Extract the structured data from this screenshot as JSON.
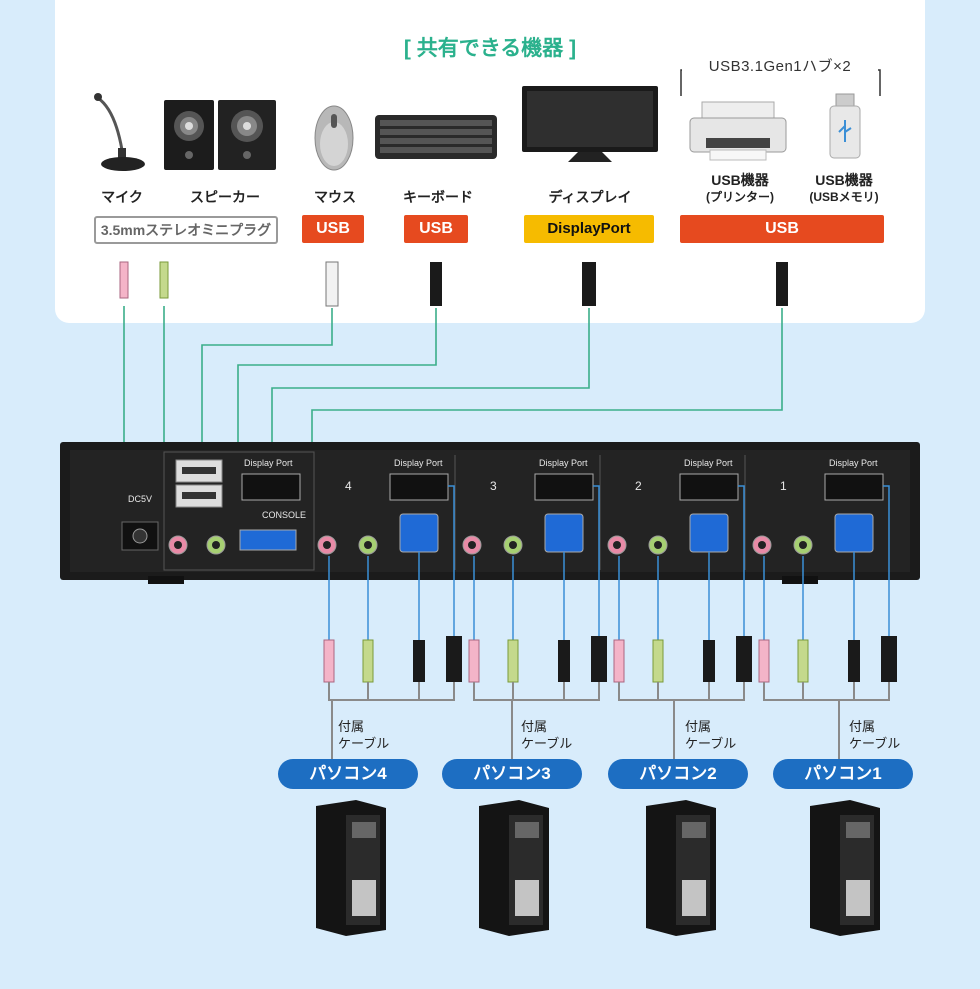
{
  "title": "[ 共有できる機器 ]",
  "hub_note": "USB3.1Gen1ハブ×2",
  "devices": {
    "mic": "マイク",
    "speaker": "スピーカー",
    "mouse": "マウス",
    "keyboard": "キーボード",
    "display": "ディスプレイ",
    "usb_printer": "USB機器",
    "usb_printer_sub": "(プリンター)",
    "usb_memory": "USB機器",
    "usb_memory_sub": "(USBメモリ)"
  },
  "badges": {
    "audio": "3.5mmステレオミニプラグ",
    "mouse": "USB",
    "keyboard": "USB",
    "display": "DisplayPort",
    "usb": "USB"
  },
  "kvm": {
    "dc_label": "DC5V",
    "console_label": "CONSOLE",
    "display_port_label": "Display Port",
    "port_numbers": [
      "4",
      "3",
      "2",
      "1"
    ]
  },
  "cable_label_line1": "付属",
  "cable_label_line2": "ケーブル",
  "pcs": [
    "パソコン4",
    "パソコン3",
    "パソコン2",
    "パソコン1"
  ],
  "colors": {
    "accent_green": "#2bb18d",
    "badge_red": "#e64a1f",
    "badge_yellow": "#f6bb00",
    "pc_blue": "#1d6ec2",
    "line_green": "#3bae8a",
    "line_gray": "#8a8a8a"
  }
}
